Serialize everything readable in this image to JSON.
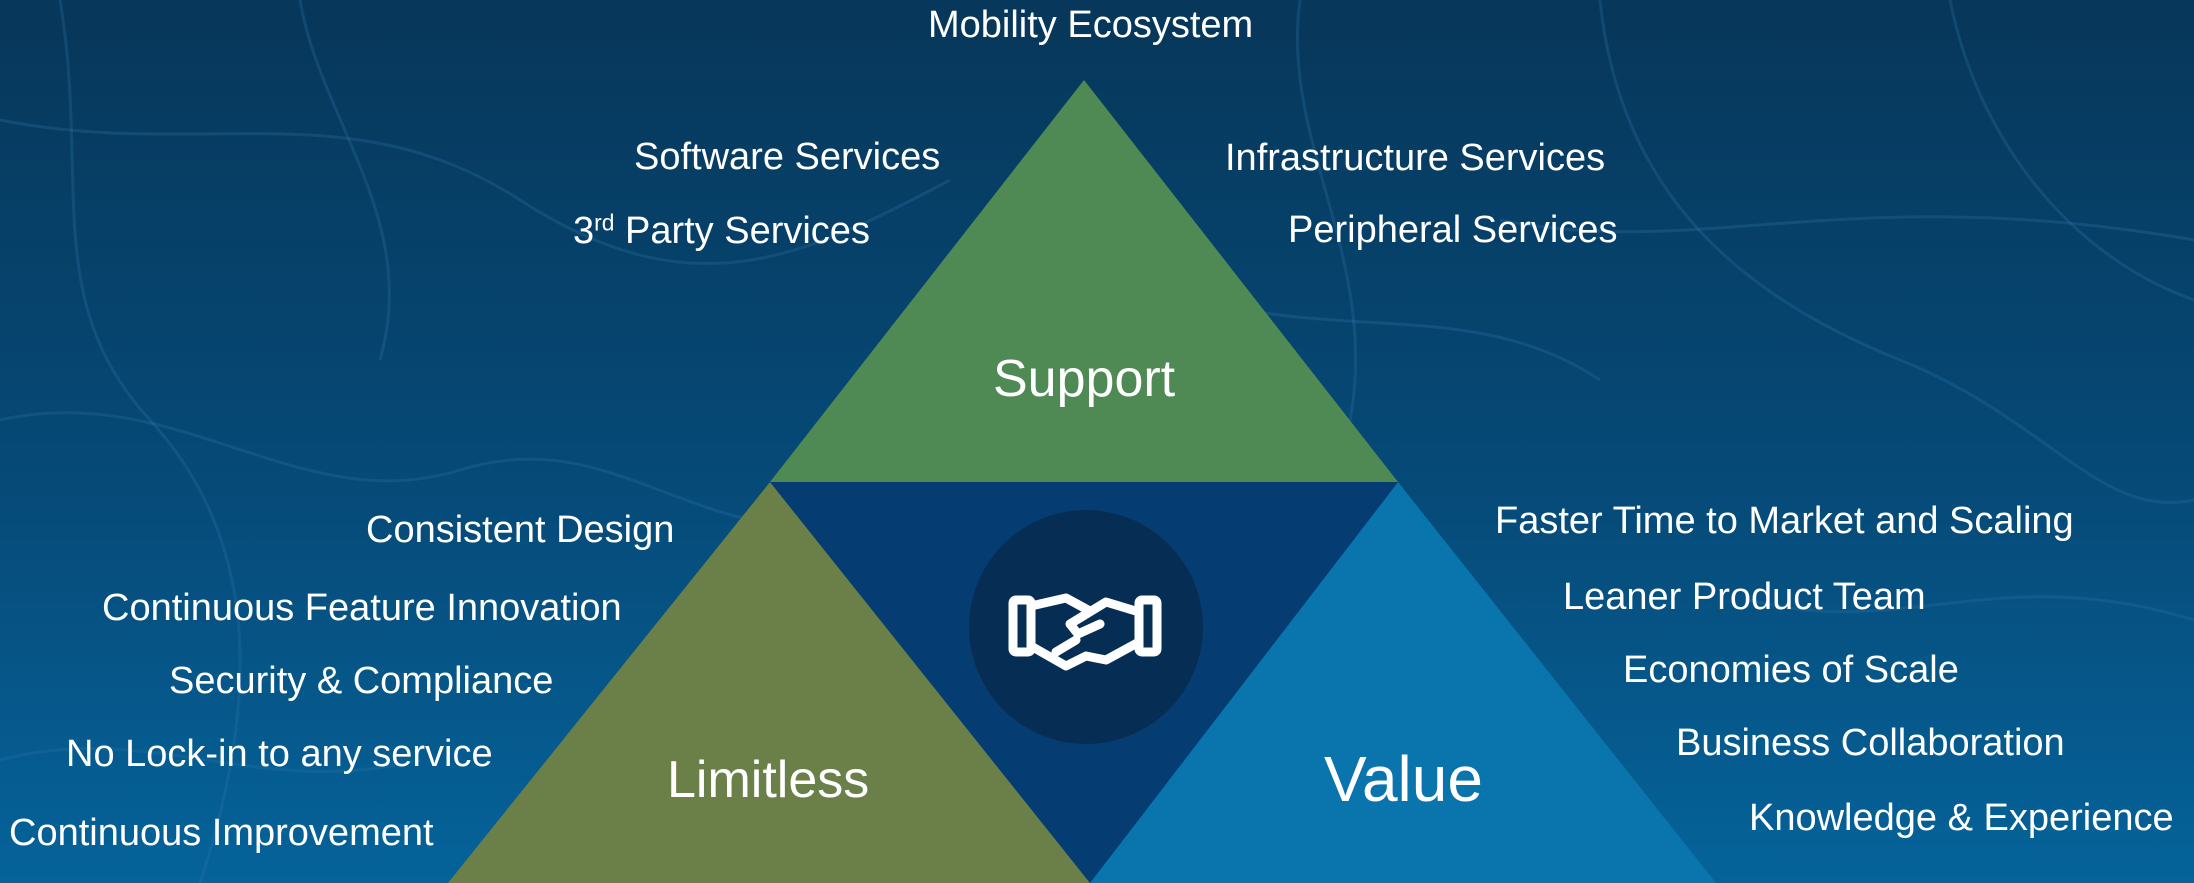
{
  "top_label": "Mobility Ecosystem",
  "support": {
    "label": "Support",
    "left_items": [
      "Software Services",
      "Party Services"
    ],
    "third_prefix": "3",
    "third_sup": "rd",
    "right_items": [
      "Infrastructure Services",
      "Peripheral Services"
    ]
  },
  "limitless": {
    "label": "Limitless",
    "items": [
      "Consistent Design",
      "Continuous Feature Innovation",
      "Security & Compliance",
      "No Lock-in to any service",
      "Continuous Improvement"
    ]
  },
  "value": {
    "label": "Value",
    "items": [
      "Faster Time to Market and Scaling",
      "Leaner Product Team",
      "Economies of Scale",
      "Business Collaboration",
      "Knowledge & Experience"
    ]
  },
  "center_icon": "handshake-icon",
  "colors": {
    "background": "#064a78",
    "support_triangle": "#4f8a55",
    "limitless_triangle": "#6b8048",
    "value_triangle": "#0a74ad",
    "center_triangle": "#053d72",
    "center_circle": "#062e55",
    "text": "#ffffff"
  }
}
